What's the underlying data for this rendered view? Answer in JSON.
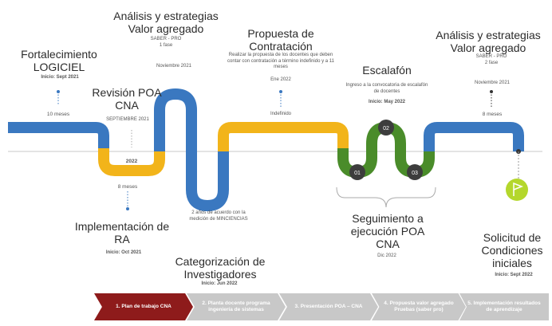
{
  "milestones": [
    {
      "title": "Fortalecimiento LOGICIEL",
      "date": "Inicio: Sept 2021",
      "duration": "10 meses"
    },
    {
      "title": "Análisis y estrategias Valor agregado",
      "detail": "SABER - PRO\n1 fase",
      "date": "Noviembre 2021"
    },
    {
      "title": "Revisión POA CNA",
      "date": "SEPTIEMBRE 2021",
      "year": "2022"
    },
    {
      "title": "Implementación de RA",
      "duration": "8 meses",
      "date": "Inicio: Oct 2021"
    },
    {
      "title": "Categorización de Investigadores",
      "detail": "2 años de acuerdo con la medición de MINCIENCIAS",
      "date": "Inicio: Jun 2022"
    },
    {
      "title": "Propuesta de Contratación",
      "detail": "Realizar la propuesta de los docentes que deben contar con contratación a término indefinido y a 11 meses",
      "date": "Ene 2022",
      "duration": "Indefinido"
    },
    {
      "title": "Escalafón",
      "detail": "Ingreso a la convocatoria de escalafón de docentes",
      "date": "Inicio: May 2022"
    },
    {
      "title": "Seguimiento a ejecución POA CNA",
      "date": "Dic 2022",
      "markers": [
        "01",
        "02",
        "03"
      ]
    },
    {
      "title": "Análisis y estrategias Valor agregado",
      "detail": "SABER - PRO\n2 fase",
      "date": "Noviembre 2021",
      "duration": "8 meses"
    },
    {
      "title": "Solicitud de Condiciones iniciales",
      "date": "Inicio: Sept 2022"
    }
  ],
  "steps": [
    {
      "label": "1. Plan de trabajo CNA",
      "active": true
    },
    {
      "label": "2. Planta docente programa ingeniería de sistemas",
      "active": false
    },
    {
      "label": "3. Presentación POA – CNA",
      "active": false
    },
    {
      "label": "4. Propuesta valor agregado Pruebas (saber pro)",
      "active": false
    },
    {
      "label": "5. Implementación resultados de aprendizaje",
      "active": false
    }
  ],
  "colors": {
    "blue": "#3a78c0",
    "yellow": "#f2b41a",
    "green": "#4a8c2a",
    "lime": "#b4d72c",
    "step_active": "#8e1b1b",
    "step_inactive": "#c8c8c8"
  }
}
